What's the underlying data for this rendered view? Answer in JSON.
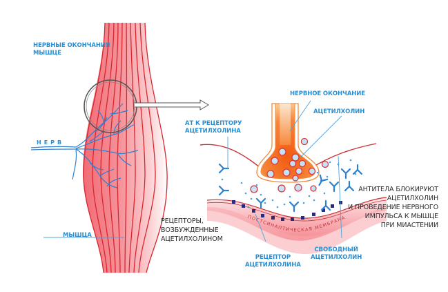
{
  "diagram": {
    "title": "Миастения: блокировка ацетилхолиновых рецепторов антителами",
    "left_panel": {
      "labels": {
        "nerve_endings": [
          "НЕРВНЫЕ ОКОНЧАНИЯ",
          "МЫШЦЕ"
        ],
        "nerve": "НЕРВ",
        "muscle": "МЫШЦА"
      }
    },
    "right_panel": {
      "labels": {
        "nerve_ending": "НЕРВНОЕ ОКОНЧАНИЕ",
        "acetylcholine": "АЦЕТИЛХОЛИН",
        "antibody_to_receptor": [
          "АТ К РЕЦЕПТОРУ",
          "АЦЕТИЛХОЛИНА"
        ],
        "receptors_excited": [
          "РЕЦЕПТОРЫ,",
          "ВОЗБУЖДЕННЫЕ",
          "АЦЕТИЛХОЛИНОМ"
        ],
        "receptor": [
          "РЕЦЕПТОР",
          "АЦЕТИЛХОЛИНА"
        ],
        "free_acetylcholine": [
          "СВОБОДНЫЙ",
          "АЦЕТИЛХОЛИН"
        ],
        "postsynaptic_membrane": "ПОСТСИНАПТИЧЕСКАЯ МЕМБРАНА",
        "explanation": [
          "АНТИТЕЛА БЛОКИРУЮТ",
          "АЦЕТИЛХОЛИН",
          "И ПРОВЕДЕНИЕ НЕРВНОГО",
          "ИМПУЛЬСА К МЫШЦЕ",
          "ПРИ МИАСТЕНИИ"
        ]
      }
    },
    "colors": {
      "label_blue": "#2a8fd0",
      "nerve_blue": "#2d7fd0",
      "muscle_red": "#d8262f",
      "muscle_fill": "#f7a8ad",
      "terminal_orange": "#f07020",
      "receptor_navy": "#2a2a7a",
      "text_dark": "#2b2b2b"
    }
  }
}
